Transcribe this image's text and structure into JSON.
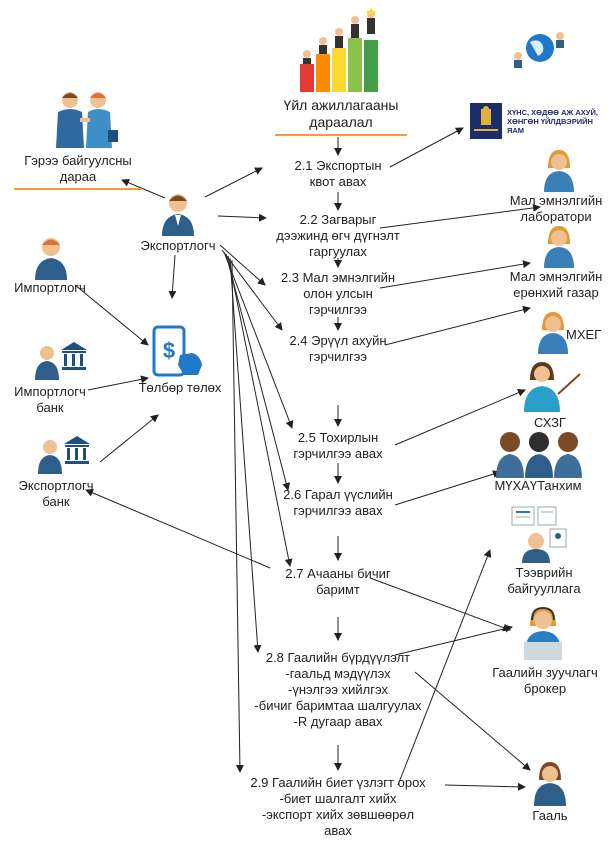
{
  "steps": {
    "s0": "Үйл ажиллагааны\nдараалал",
    "s21": "2.1  Экспортын\nквот авах",
    "s22": "2.2  Загварыг\nдээжинд өгч дүгнэлт\nгаргуулах",
    "s23": "2.3  Мал эмнэлгийн\nолон улсын\nгэрчилгээ",
    "s24": "2.4  Эрүүл ахуйн\nгэрчилгээ",
    "s25": "2.5  Тохирлын\nгэрчилгээ авах",
    "s26": "2.6  Гарал үүслийн\nгэрчилгээ авах",
    "s27": "2.7  Ачааны бичиг\nбаримт",
    "s28": "2.8  Гаалийн бүрдүүлэлт\n-гаальд мэдүүлэх\n-үнэлгээ хийлгэх\n-бичиг баримтаа шалгуулах\n-R дугаар авах",
    "s29": "2.9  Гаалийн биет үзлэгт орох\n-биет шалгалт хийх\n-экспорт хийх зөвшөөрөл\nавах"
  },
  "actors": {
    "contract": "Гэрээ байгуулсны\nдараа",
    "exporter": "Экспортлогч",
    "importer": "Импортлогч",
    "importer_bank": "Импортлогч\nбанк",
    "exporter_bank": "Экспортлогч\nбанк",
    "payment": "Төлбөр төлөх"
  },
  "agencies": {
    "ministry_logo": "ХҮНС, ХӨДӨӨ АЖ АХУЙ,\nХӨНГӨН ҮЙЛДВЭРИЙН\nЯАМ",
    "vet_lab": "Мал эмнэлгийн\nлаборатори",
    "vet_general": "Мал эмнэлгийн\nерөнхий газар",
    "mxeg": "МХЕГ",
    "sxzg": "СХЗГ",
    "chamber": "МҮХАҮТанхим",
    "transport": "Тээврийн\nбайгууллага",
    "broker": "Гаалийн зуучлагч\nброкер",
    "customs": "Гааль"
  },
  "colors": {
    "accent_line": "#f19a3e",
    "person_suit": "#2e5f8a",
    "skin": "#f0c090",
    "hair": "#7a4a24",
    "blue_icon": "#1f78c8"
  }
}
